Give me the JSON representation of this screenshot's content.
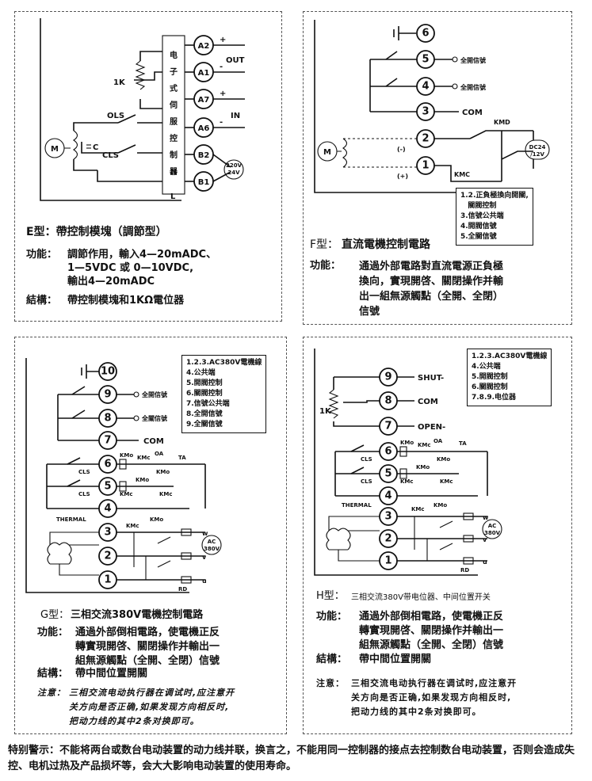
{
  "panel_e": {
    "terminals": [
      "A2",
      "A1",
      "A7",
      "A6",
      "B2",
      "B1"
    ],
    "plus_labels": [
      "+",
      "-",
      "+",
      "-"
    ],
    "out_label": "OUT",
    "in_label": "IN",
    "pot_label": "1K",
    "module_label": "电子式伺服控制器",
    "ols_label": "OLS",
    "cls_label": "CLS",
    "c_label": "C",
    "motor_label": "M",
    "n_label": "N",
    "l_label": "L",
    "supply_label_1": "220V",
    "supply_label_2": "24V",
    "title": "E型：帶控制模塊（調節型）",
    "function_label": "功能：",
    "function_text": "調節作用，輸入4—20mADC、\n1—5VDC 或 0—10VDC,\n輸出4—20mADC",
    "structure_label": "結構：",
    "structure_text": "帶控制模塊和1KΩ電位器"
  },
  "panel_f": {
    "terminals": [
      "6",
      "5",
      "4",
      "3",
      "2",
      "1"
    ],
    "sig_5": "全開信號",
    "sig_4": "全開信號",
    "com_label": "COM",
    "kmd_label": "KMD",
    "kmc_label": "KMC",
    "minus_label": "(-)",
    "plus_label": "(+)",
    "dc_label_1": "DC24",
    "dc_label_2": "/12V",
    "motor_label": "M",
    "legend": "1.2.正負極換向開關,\n   關閥控制\n3.信號公共端\n4.開閥信號\n5.全關信號",
    "title_prefix": "F型：",
    "title": "直流電機控制電路",
    "function_label": "功能：",
    "function_text": "通過外部電路對直流電源正負極\n換向，實現開啓、關閉操作并輸\n出一組無源觸點（全開、全閉）\n信號"
  },
  "panel_g": {
    "terminals": [
      "10",
      "9",
      "8",
      "7",
      "6",
      "5",
      "4",
      "3",
      "2",
      "1"
    ],
    "sig_9": "全開信號",
    "sig_8": "全關信號",
    "com_label": "COM",
    "cls_label": "CLS",
    "thermal_label": "THERMAL",
    "kmo_label": "KMo",
    "kmc_label": "KMc",
    "oa_label": "OA",
    "ta_label": "TA",
    "rd_label": "RD",
    "w_label": "w",
    "v_label": "v",
    "u_label": "u",
    "ac_label_1": "AC",
    "ac_label_2": "380V",
    "legend": "1.2.3.AC380V電機線\n4.公共端\n5.開閥控制\n6.關閥控制\n7.信號公共端\n8.全開信號\n9.全關信號",
    "title_prefix": "G型：",
    "title": "三相交流380V電機控制電路",
    "function_label": "功能：",
    "function_text": "通過外部倒相電路，使電機正反\n轉實現開啓、關閉操作并輸出一\n組無源觸點（全開、全閉）信號",
    "structure_label": "結構：",
    "structure_text": "帶中間位置開關",
    "note_label": "注意：",
    "note_text": "三相交流电动执行器在调试时,应注意开\n关方向是否正确,如果发现方向相反时,\n把动力线的其中2条对换即可。"
  },
  "panel_h": {
    "terminals": [
      "9",
      "8",
      "7",
      "6",
      "5",
      "4",
      "3",
      "2",
      "1"
    ],
    "shut_label": "SHUT-",
    "com_label": "COM",
    "open_label": "OPEN-",
    "pot_label": "1K",
    "cls_label": "CLS",
    "thermal_label": "THERMAL",
    "kmo_label": "KMo",
    "kmc_label": "KMc",
    "oa_label": "OA",
    "ta_label": "TA",
    "rd_label": "RD",
    "w_label": "w",
    "v_label": "v",
    "u_label": "u",
    "ac_label_1": "AC",
    "ac_label_2": "380V",
    "legend": "1.2.3.AC380V電機線\n4.公共端\n5.開閥控制\n6.關閥控制\n7.8.9.电位器",
    "title_prefix": "H型：",
    "title": "三相交流380V带电位器、中间位置开关",
    "function_label": "功能：",
    "function_text": "通過外部倒相電路，使電機正反\n轉實現開啓、關閉操作并輸出一\n組無源觸點（全開、全閉）信號",
    "structure_label": "結構：",
    "structure_text": "帶中間位置開關",
    "note_label": "注意：",
    "note_text": "三相交流电动执行器在调试时,应注意开\n关方向是否正确,如果发现方向相反时,\n把动力线的其中2条对换即可。"
  },
  "warning": "特别警示：不能将两台或数台电动装置的动力线并联，换言之，不能用同一控制器的接点去控制数台电动装置，否则会造成失控、电机过热及产品损坏等，会大大影响电动装置的使用寿命。"
}
